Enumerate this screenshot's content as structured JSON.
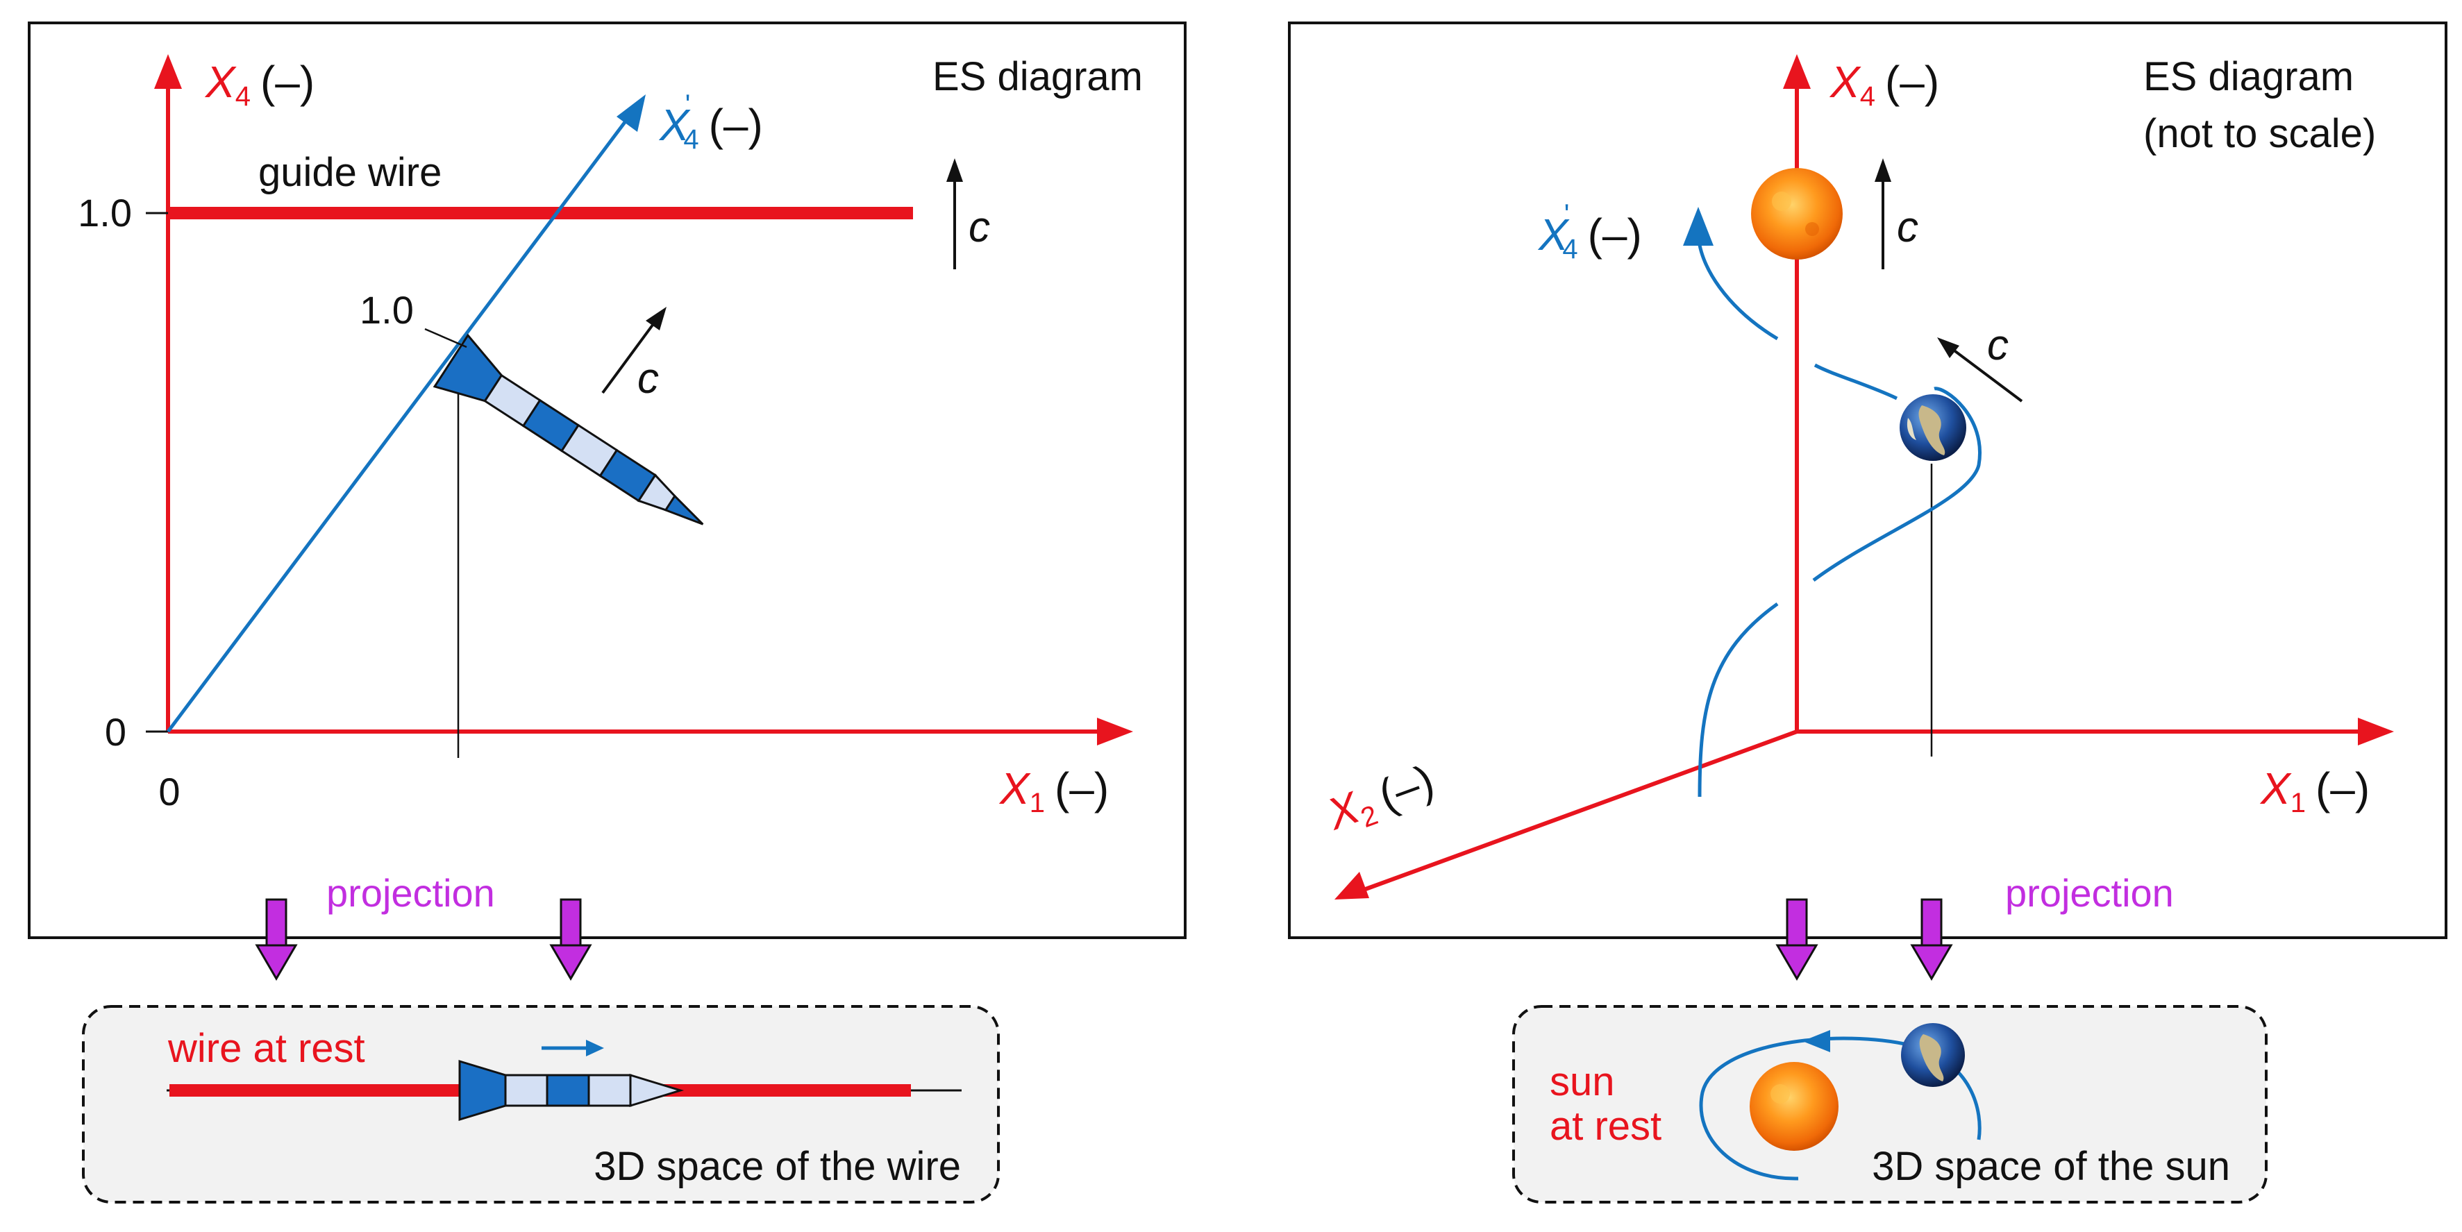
{
  "colors": {
    "axis": "#e8141e",
    "world_line": "#1474c0",
    "projection": "#c22ee0",
    "rocket_dark": "#1a6fc4",
    "rocket_light": "#d4e0f4",
    "space_box": "#f2f2f2"
  },
  "left": {
    "title": "ES diagram",
    "x4_symbol": "X",
    "x4_sub": "4",
    "x4_unit": "(–)",
    "x4p_symbol": "X",
    "x4p_sub": "4",
    "x4p_prime": "'",
    "x4p_unit": "(–)",
    "x1_symbol": "X",
    "x1_sub": "1",
    "x1_unit": "(–)",
    "tick_1": "1.0",
    "tick_0": "0",
    "origin_x": "0",
    "guide_wire_label": "guide wire",
    "rocket_tick": "1.0",
    "c_top": "c",
    "c_mid": "c",
    "projection_label": "projection",
    "space_box": {
      "red_label": "wire at rest",
      "caption": "3D space of the wire"
    }
  },
  "right": {
    "title_line1": "ES diagram",
    "title_line2": "(not to scale)",
    "x4_symbol": "X",
    "x4_sub": "4",
    "x4_unit": "(–)",
    "x4p_symbol": "X",
    "x4p_sub": "4",
    "x4p_prime": "'",
    "x4p_unit": "(–)",
    "x1_symbol": "X",
    "x1_sub": "1",
    "x1_unit": "(–)",
    "x2_symbol": "X",
    "x2_sub": "2",
    "x2_unit": "(–)",
    "c_top": "c",
    "c_mid": "c",
    "projection_label": "projection",
    "space_box": {
      "red_line1": "sun",
      "red_line2": "at rest",
      "caption": "3D space of the sun"
    }
  }
}
